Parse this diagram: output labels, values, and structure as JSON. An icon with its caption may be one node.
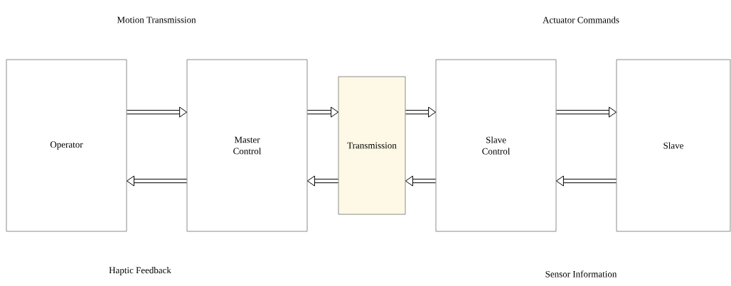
{
  "diagram": {
    "nodes": [
      {
        "text": [
          "Operator"
        ]
      },
      {
        "text": [
          "Master Control"
        ]
      },
      {
        "text": [
          "Transmission"
        ]
      },
      {
        "text": [
          "Slave Control"
        ]
      },
      {
        "text": [
          "Slave"
        ]
      }
    ],
    "edges": [
      {
        "from": 0,
        "to": 1,
        "arrow": "to"
      },
      {
        "from": 1,
        "to": 0,
        "arrow": "to"
      },
      {
        "from": 1,
        "to": 2,
        "arrow": "to"
      },
      {
        "from": 2,
        "to": 1,
        "arrow": "to"
      },
      {
        "from": 2,
        "to": 3,
        "arrow": "to"
      },
      {
        "from": 3,
        "to": 2,
        "arrow": "to"
      },
      {
        "from": 3,
        "to": 4,
        "arrow": "to"
      },
      {
        "from": 4,
        "to": 3,
        "arrow": "to"
      }
    ],
    "labels": [
      "Motion Transmission",
      "Actuator Commands",
      "Haptic Feedback",
      "Sensor Information"
    ]
  }
}
